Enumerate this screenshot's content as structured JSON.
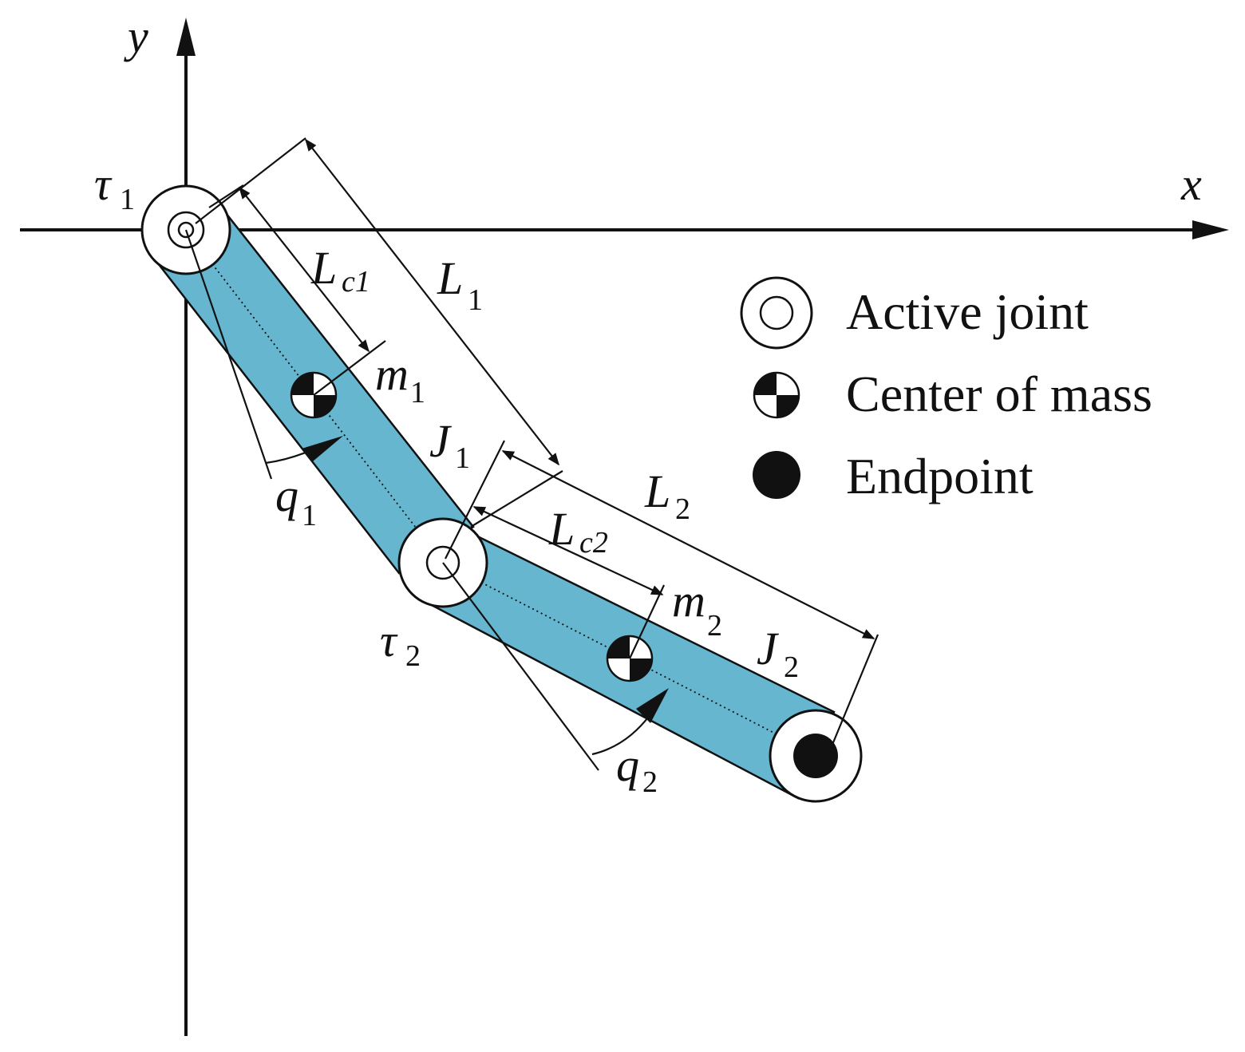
{
  "axes": {
    "x_label": "x",
    "y_label": "y"
  },
  "labels": {
    "tau1": {
      "main": "τ",
      "sub": "1"
    },
    "tau2": {
      "main": "τ",
      "sub": "2"
    },
    "Lc1": {
      "main": "L",
      "sub": "c1"
    },
    "L1": {
      "main": "L",
      "sub": "1"
    },
    "m1": {
      "main": "m",
      "sub": "1"
    },
    "J1": {
      "main": "J",
      "sub": "1"
    },
    "q1": {
      "main": "q",
      "sub": "1"
    },
    "L2": {
      "main": "L",
      "sub": "2"
    },
    "Lc2": {
      "main": "L",
      "sub": "c2"
    },
    "m2": {
      "main": "m",
      "sub": "2"
    },
    "J2": {
      "main": "J",
      "sub": "2"
    },
    "q2": {
      "main": "q",
      "sub": "2"
    }
  },
  "legend": {
    "items": [
      {
        "icon": "active-joint-icon",
        "label": "Active joint"
      },
      {
        "icon": "center-of-mass-icon",
        "label": "Center of mass"
      },
      {
        "icon": "endpoint-icon",
        "label": "Endpoint"
      }
    ]
  },
  "colors": {
    "link_fill": "#66b6cf",
    "stroke": "#111111"
  }
}
